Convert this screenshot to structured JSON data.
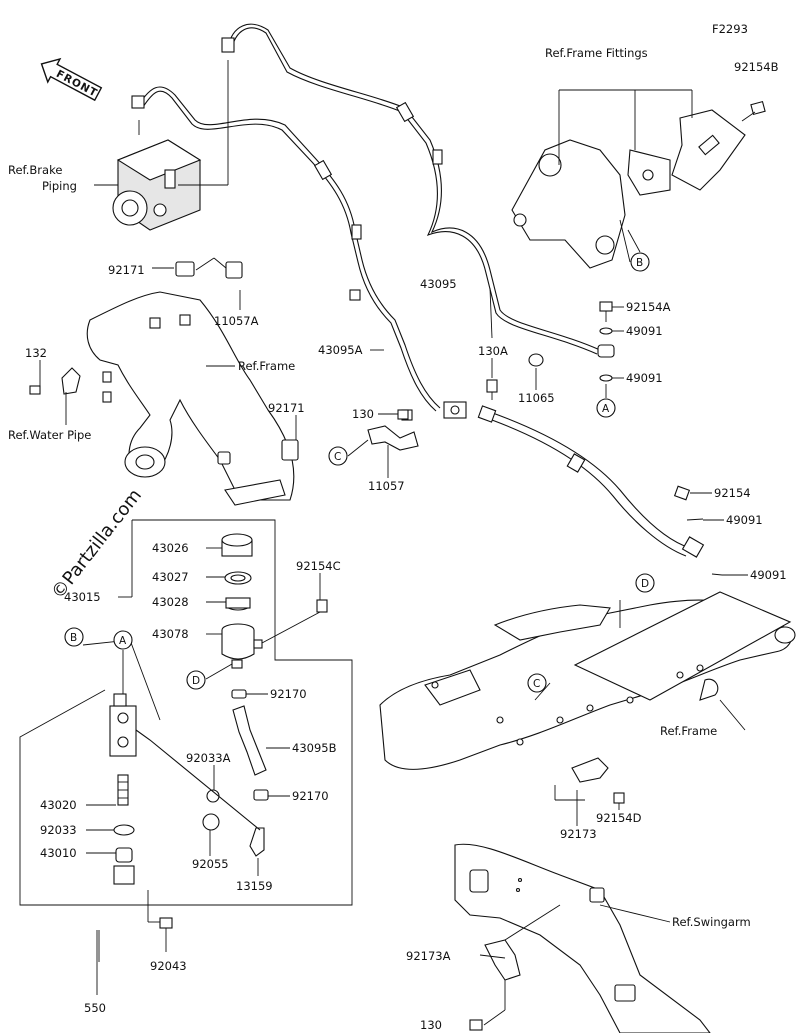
{
  "figure_id": "F2293",
  "watermark": "©Partzilla.com",
  "front_arrow": "FRONT",
  "ref_labels": {
    "frame_fittings": "Ref.Frame Fittings",
    "brake_piping": "Ref.Brake\nPiping",
    "frame_upper": "Ref.Frame",
    "water_pipe": "Ref.Water Pipe",
    "frame_lower": "Ref.Frame",
    "swingarm": "Ref.Swingarm"
  },
  "callouts": [
    "A",
    "B",
    "C",
    "D"
  ],
  "part_labels": {
    "p92154B": "92154B",
    "p92171a": "92171",
    "p11057A": "11057A",
    "p132": "132",
    "p43095": "43095",
    "p92154A": "92154A",
    "p49091a": "49091",
    "p43095A": "43095A",
    "p130A": "130A",
    "p49091b": "49091",
    "p11065": "11065",
    "p130a": "130",
    "p92171b": "92171",
    "p11057": "11057",
    "p92154": "92154",
    "p49091c": "49091",
    "p49091d": "49091",
    "p43026": "43026",
    "p43027": "43027",
    "p43015": "43015",
    "p43028": "43028",
    "p92154C": "92154C",
    "p43078": "43078",
    "p92170a": "92170",
    "p92033A": "92033A",
    "p43095B": "43095B",
    "p92170b": "92170",
    "p43020": "43020",
    "p92033": "92033",
    "p92055": "92055",
    "p43010": "43010",
    "p13159": "13159",
    "p92043": "92043",
    "p550": "550",
    "p92173": "92173",
    "p92154D": "92154D",
    "p92173A": "92173A",
    "p130b": "130"
  }
}
